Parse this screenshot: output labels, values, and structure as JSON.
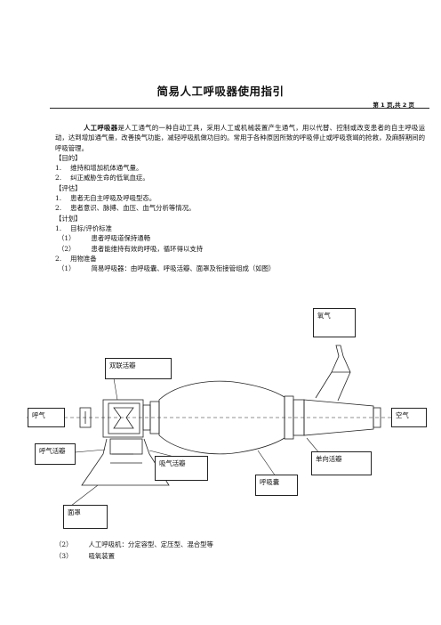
{
  "document": {
    "title": "简易人工呼吸器使用指引",
    "page_indicator": "第 1 页,共 2 页",
    "intro_bold": "人工呼吸器",
    "intro_text": "是人工通气的一种自动工具，采用人工或机械装置产生通气，用以代替、控制或改变患者的自主呼吸运动，达到增加通气量，改善换气功能，减轻呼吸肌做功目的。常用于各种原因所致的呼吸停止或呼吸衰竭的抢救，及麻醉期间的呼吸管理。",
    "sections": {
      "purpose_heading": "【目的】",
      "purpose_items": [
        {
          "num": "1.",
          "text": "维持和增加机体通气量。"
        },
        {
          "num": "2.",
          "text": "纠正威胁生命的低氧血症。"
        }
      ],
      "assess_heading": "【评估】",
      "assess_items": [
        {
          "num": "1.",
          "text": "患者无自主呼吸及呼吸型态。"
        },
        {
          "num": "2.",
          "text": "患者意识、脉搏、血压、血气分析等情况。"
        }
      ],
      "plan_heading": "【计划】",
      "plan_items": [
        {
          "num": "1.",
          "text": "目标/评价标准"
        },
        {
          "num": "（1）",
          "text": "患者呼吸道保持通畅"
        },
        {
          "num": "（2）",
          "text": "患者能维持有效的呼吸，循环得以支持"
        },
        {
          "num": "2.",
          "text": "用物准备"
        },
        {
          "num": "（1）",
          "text": "简易呼吸器：由呼吸囊、呼吸活瓣、面罩及衔接管组成（如图）"
        }
      ]
    },
    "diagram_labels": {
      "oxygen": "氧气",
      "double_valve": "双联活瓣",
      "exhale": "呼气",
      "air": "空气",
      "exhale_valve": "呼气活瓣",
      "inhale_valve": "吸气活瓣",
      "one_way_valve": "单向活瓣",
      "bag": "呼吸囊",
      "mask": "面罩"
    },
    "tail_items": [
      {
        "num": "（2）",
        "text": "人工呼吸机：分定容型、定压型、混合型等"
      },
      {
        "num": "（3）",
        "text": "吸氧装置"
      }
    ]
  }
}
